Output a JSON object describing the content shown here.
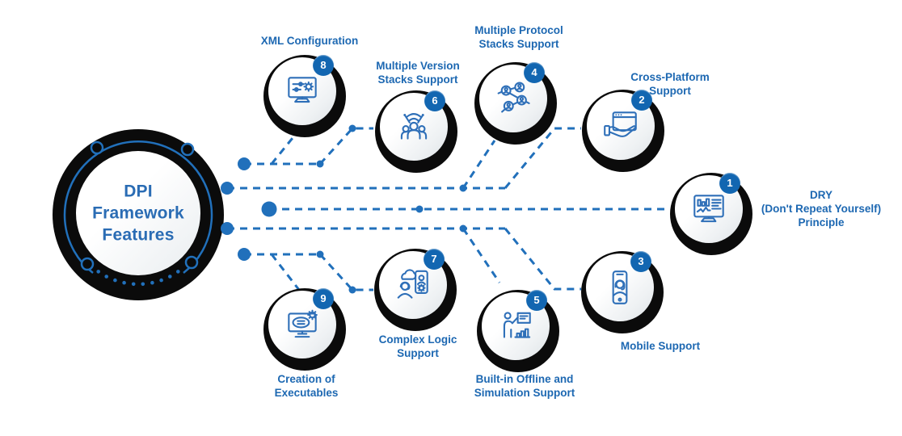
{
  "title": "DPI\nFramework\nFeatures",
  "nodes": [
    {
      "number": "1",
      "label": "DRY\n(Don't Repeat Yourself)\nPrinciple",
      "icon": "analytics-monitor-icon"
    },
    {
      "number": "2",
      "label": "Cross-Platform\nSupport",
      "icon": "hand-platform-icon"
    },
    {
      "number": "3",
      "label": "Mobile Support",
      "icon": "mobile-support-icon"
    },
    {
      "number": "4",
      "label": "Multiple Protocol\nStacks Support",
      "icon": "protocol-network-icon"
    },
    {
      "number": "5",
      "label": "Built-in Offline and\nSimulation Support",
      "icon": "presenter-chart-icon"
    },
    {
      "number": "6",
      "label": "Multiple Version\nStacks Support",
      "icon": "group-wireless-icon"
    },
    {
      "number": "7",
      "label": "Complex Logic\nSupport",
      "icon": "complex-logic-icon"
    },
    {
      "number": "8",
      "label": "XML Configuration",
      "icon": "xml-config-monitor-icon"
    },
    {
      "number": "9",
      "label": "Creation of\nExecutables",
      "icon": "executable-monitor-icon"
    }
  ],
  "colors": {
    "line_blue": "#2170bb",
    "text_blue": "#1d68b2",
    "badge_blue": "#1266b1",
    "icon_blue": "#2e6fb8",
    "ring_black": "#0b0b0b"
  }
}
